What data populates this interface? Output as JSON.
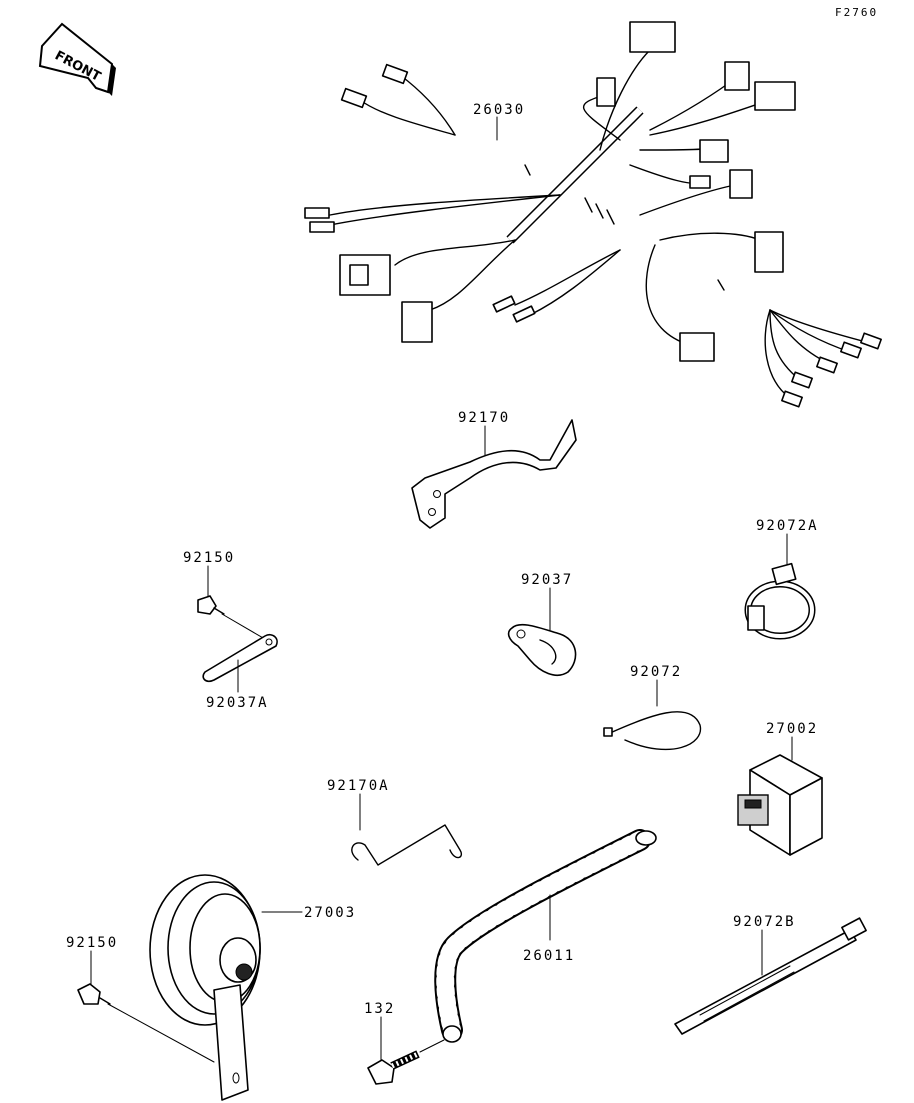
{
  "diagram_code": "F2760",
  "front_label": "FRONT",
  "parts": {
    "p26030": "26030",
    "p92170": "92170",
    "p92150_top": "92150",
    "p92037A": "92037A",
    "p92037": "92037",
    "p92072A": "92072A",
    "p92072": "92072",
    "p27002": "27002",
    "p92170A": "92170A",
    "p27003": "27003",
    "p92150_bottom": "92150",
    "p26011": "26011",
    "p92072B": "92072B",
    "p132": "132"
  }
}
